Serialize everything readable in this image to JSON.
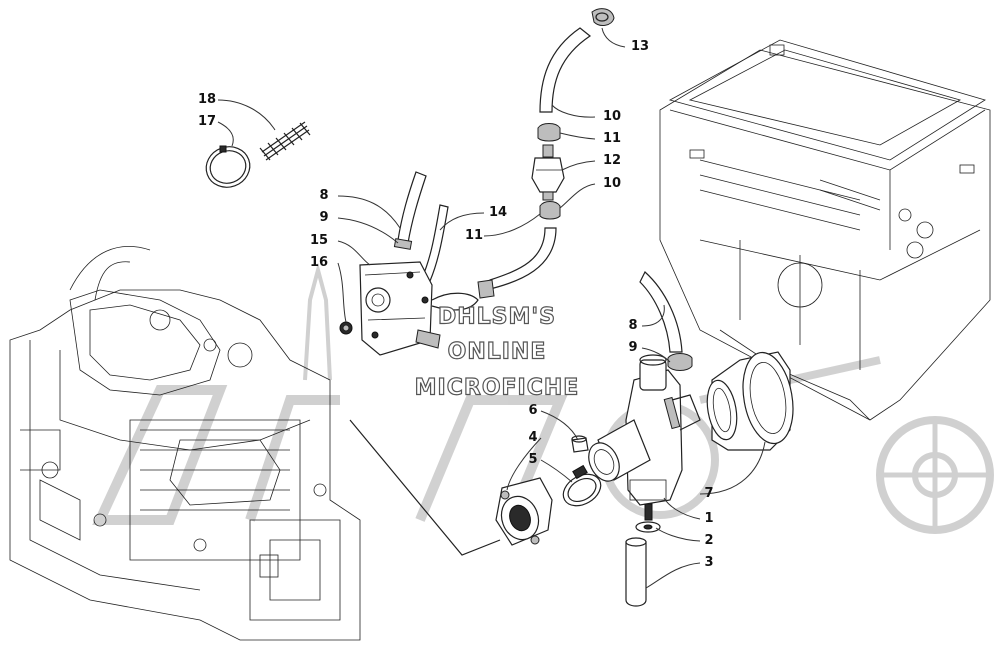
{
  "watermark": {
    "line1": "DHLSM'S",
    "line2": "ONLINE",
    "line3": "MICROFICHE"
  },
  "callouts": [
    {
      "id": "18",
      "label": "18"
    },
    {
      "id": "17",
      "label": "17"
    },
    {
      "id": "8a",
      "label": "8"
    },
    {
      "id": "9a",
      "label": "9"
    },
    {
      "id": "15",
      "label": "15"
    },
    {
      "id": "16",
      "label": "16"
    },
    {
      "id": "14",
      "label": "14"
    },
    {
      "id": "13",
      "label": "13"
    },
    {
      "id": "10a",
      "label": "10"
    },
    {
      "id": "11a",
      "label": "11"
    },
    {
      "id": "12",
      "label": "12"
    },
    {
      "id": "10b",
      "label": "10"
    },
    {
      "id": "11b",
      "label": "11"
    },
    {
      "id": "8b",
      "label": "8"
    },
    {
      "id": "9b",
      "label": "9"
    },
    {
      "id": "6",
      "label": "6"
    },
    {
      "id": "4",
      "label": "4"
    },
    {
      "id": "5",
      "label": "5"
    },
    {
      "id": "7",
      "label": "7"
    },
    {
      "id": "1",
      "label": "1"
    },
    {
      "id": "2",
      "label": "2"
    },
    {
      "id": "3",
      "label": "3"
    }
  ]
}
